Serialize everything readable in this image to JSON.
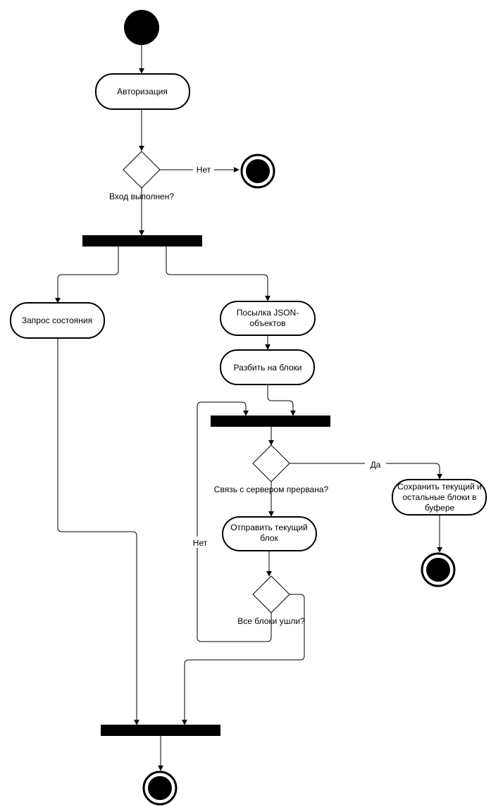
{
  "nodes": {
    "auth": "Авторизация",
    "login_ok": "Вход выполнен?",
    "status_request": "Запрос состояния",
    "send_json_1": "Посылка JSON-",
    "send_json_2": "объектов",
    "split_blocks": "Разбить на блоки",
    "connection_lost": "Связь с сервером прервана?",
    "save_buffer_1": "Сохранить текущий и",
    "save_buffer_2": "остальные блоки в",
    "save_buffer_3": "буфере",
    "send_block_1": "Отправить текущий",
    "send_block_2": "блок",
    "all_sent": "Все блоки ушли?"
  },
  "edges": {
    "no_1": "Нет",
    "yes": "Да",
    "no_2": "Нет"
  }
}
